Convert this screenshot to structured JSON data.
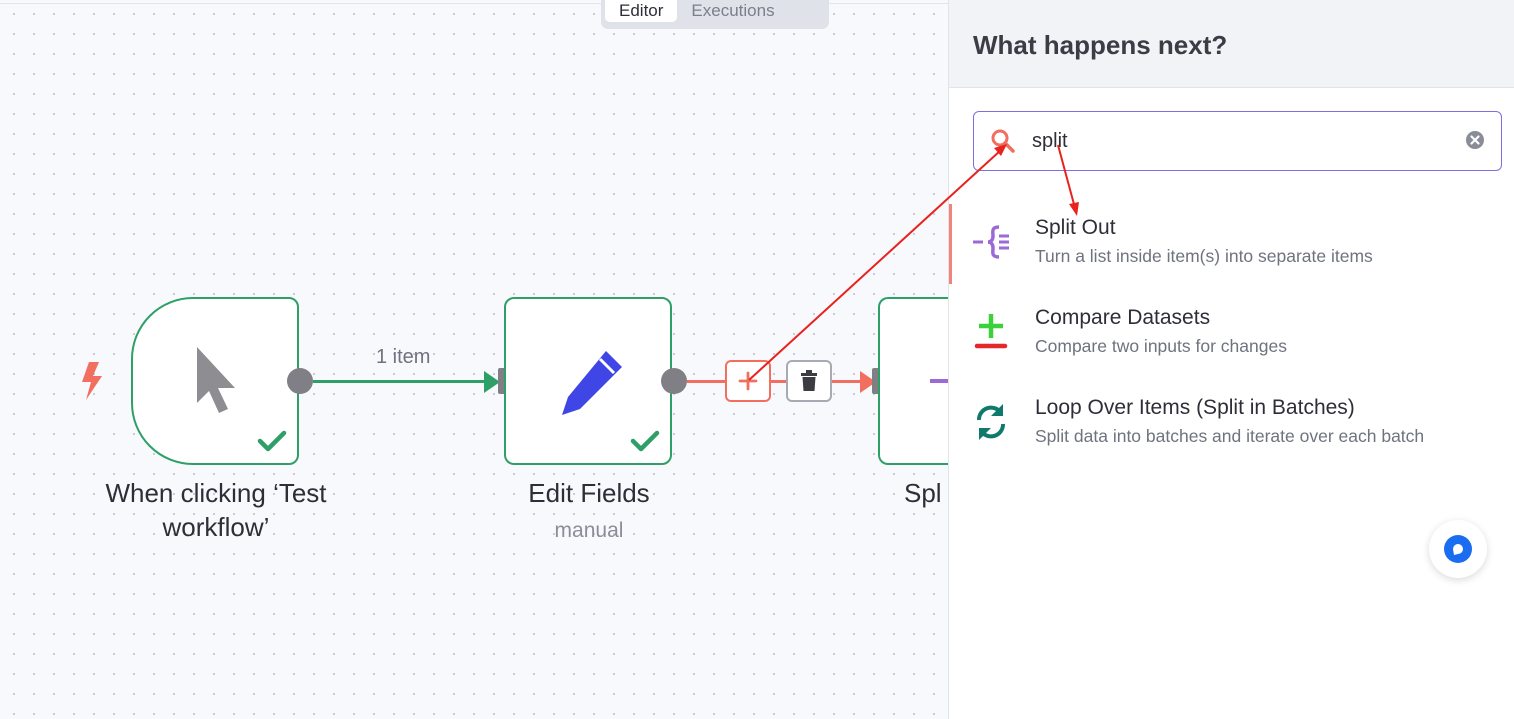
{
  "tabs": [
    {
      "label": "Editor",
      "active": true
    },
    {
      "label": "Executions",
      "active": false
    }
  ],
  "nodes": {
    "trigger": {
      "title": "When clicking ‘Test workflow’"
    },
    "edit_fields": {
      "title": "Edit Fields",
      "subtitle": "manual"
    },
    "partial": {
      "title": "Spl"
    }
  },
  "connection_label": "1 item",
  "panel": {
    "title": "What happens next?",
    "search_value": "split",
    "results": [
      {
        "title": "Split Out",
        "description": "Turn a list inside item(s) into separate items",
        "icon": "split-out-icon"
      },
      {
        "title": "Compare Datasets",
        "description": "Compare two inputs for changes",
        "icon": "compare-datasets-icon"
      },
      {
        "title": "Loop Over Items (Split in Batches)",
        "description": "Split data into batches and iterate over each batch",
        "icon": "loop-icon"
      }
    ]
  },
  "colors": {
    "success": "#2ea067",
    "accent": "#f26e5e",
    "edit_icon": "#4045e6",
    "split_icon": "#9b6ad6",
    "search_border": "#7d6fe0"
  }
}
